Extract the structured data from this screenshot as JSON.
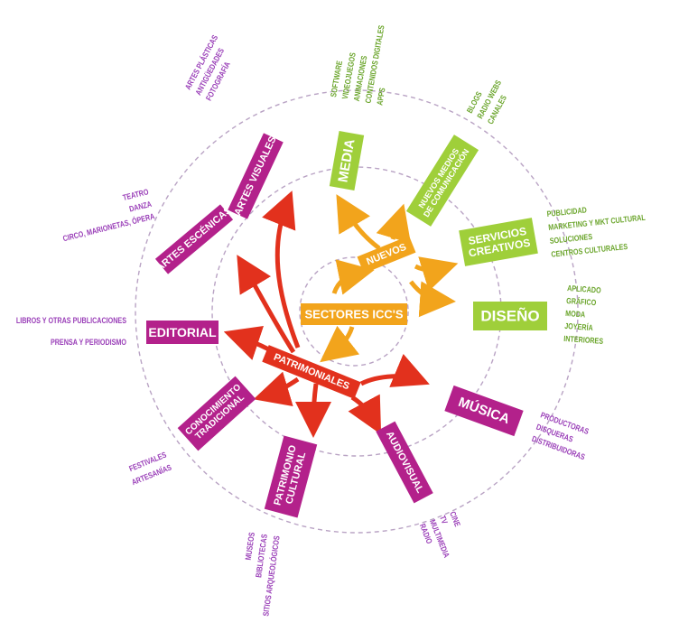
{
  "center": {
    "label": "SECTORES ICC'S"
  },
  "groups": {
    "nuevos": "NUEVOS",
    "patrimoniales": "PATRIMONIALES"
  },
  "colors": {
    "patrimonial": "#b3218b",
    "nuevo": "#9fcf3a",
    "center": "#f2a41c",
    "red": "#e2311d",
    "purple_text": "#9a3fb8",
    "green_text": "#6ba52c"
  },
  "sectors": {
    "media": {
      "label": [
        "MEDIA"
      ],
      "items": [
        "SOFTWARE",
        "VIDEOJUEGOS",
        "ANIMACIONES",
        "CONTENIDOS DIGITALES",
        "APPS"
      ]
    },
    "nuevos_medios": {
      "label": [
        "NUEVOS MEDIOS",
        "DE COMUNICACIÓN"
      ],
      "items": [
        "BLOGS",
        "RADIO WEBS",
        "CANALES"
      ]
    },
    "servicios": {
      "label": [
        "SERVICIOS",
        "CREATIVOS"
      ],
      "items": [
        "PUBLICIDAD",
        "MARKETING Y MKT CULTURAL",
        "SOLUCIONES",
        "CENTROS CULTURALES"
      ]
    },
    "diseno": {
      "label": [
        "DISEÑO"
      ],
      "items": [
        "APLICADO",
        "GRÁFICO",
        "MODA",
        "JOYERÍA",
        "INTERIORES"
      ]
    },
    "musica": {
      "label": [
        "MÚSICA"
      ],
      "items": [
        "PRODUCTORAS",
        "DISQUERAS",
        "DISTRIBUIDORAS"
      ]
    },
    "audiovisual": {
      "label": [
        "AUDIOVISUAL"
      ],
      "items": [
        "CINE",
        "TV",
        "MULTIMEDIA",
        "RADIO"
      ]
    },
    "patrimonio": {
      "label": [
        "PATRIMONIO",
        "CULTURAL"
      ],
      "items": [
        "MUSEOS",
        "BIBLIOTECAS",
        "SITIOS ARQUEOLÓGICOS"
      ]
    },
    "conocimiento": {
      "label": [
        "CONOCIMIENTO",
        "TRADICIONAL"
      ],
      "items": [
        "FESTIVALES",
        "ARTESANÍAS"
      ]
    },
    "editorial": {
      "label": [
        "EDITORIAL"
      ],
      "items": [
        "LIBROS Y OTRAS PUBLICACIONES",
        "PRENSA Y PERIODISMO"
      ]
    },
    "artes_escenicas": {
      "label": [
        "ARTES ESCÉNICAS"
      ],
      "items": [
        "TEATRO",
        "DANZA",
        "CIRCO, MARIONETAS, ÓPERA"
      ]
    },
    "artes_visuales": {
      "label": [
        "ARTES VISUALES"
      ],
      "items": [
        "ARTES PLÁSTICAS",
        "ANTIGÜEDADES",
        "FOTOGRAFÍA"
      ]
    }
  }
}
